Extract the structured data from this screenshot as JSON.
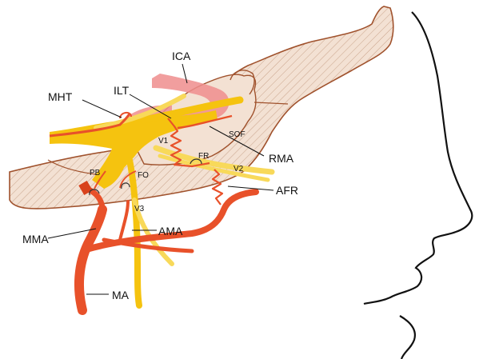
{
  "labels": {
    "ica": "ICA",
    "mht": "MHT",
    "ilt": "ILT",
    "sof": "SOF",
    "v1": "V1",
    "rma": "RMA",
    "fr": "FR",
    "v2": "V2",
    "pb": "PB",
    "fo": "FO",
    "afr": "AFR",
    "v3": "V3",
    "mma": "MMA",
    "ama": "AMA",
    "ma": "MA"
  },
  "colors": {
    "bone_fill": "#f3e1d3",
    "bone_stroke": "#a0522d",
    "ica": "#ef8d8d",
    "nerve": "#f5c30f",
    "nerve_light": "#f8d95a",
    "artery": "#e8512a",
    "artery_dark": "#d8421c",
    "outline": "#111111"
  }
}
